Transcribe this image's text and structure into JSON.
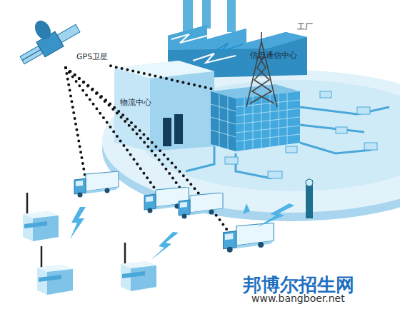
{
  "diagram": {
    "nodes": [
      {
        "text": [
          "GPS卫星"
        ]
      },
      {
        "text": [
          "工厂"
        ]
      },
      {
        "text": [
          "信息通信中心"
        ]
      },
      {
        "text": [
          "物流中心"
        ]
      }
    ],
    "edges": [
      {
        "from": 0,
        "to": 2,
        "arrow": "none"
      }
    ],
    "labels": [
      "邦博尔招生网",
      "www.bangboer.net"
    ]
  }
}
